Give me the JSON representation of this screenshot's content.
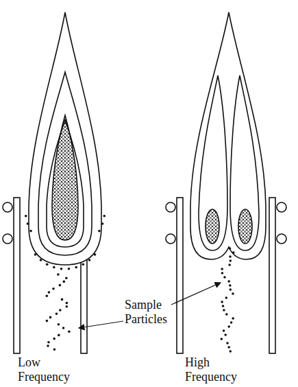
{
  "diagram": {
    "labels": [
      "Sample Particles",
      "Low Frequency",
      "High Frequency"
    ]
  }
}
